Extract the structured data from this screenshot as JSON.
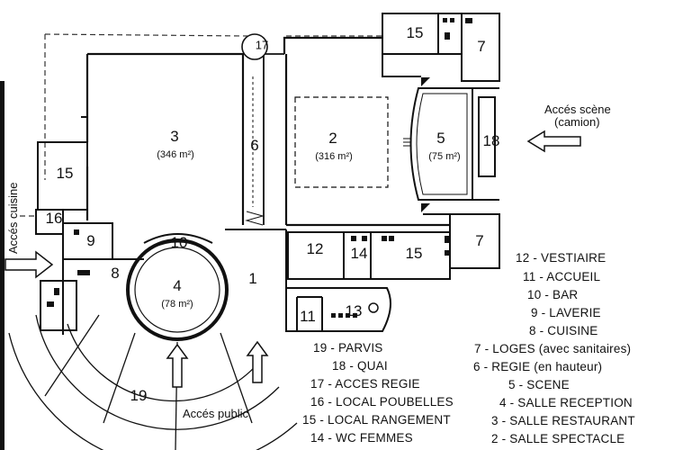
{
  "rooms": {
    "r1": {
      "num": "1"
    },
    "r2": {
      "num": "2",
      "area": "(316 m²)"
    },
    "r3": {
      "num": "3",
      "area": "(346 m²)"
    },
    "r4": {
      "num": "4",
      "area": "(78 m²)"
    },
    "r5": {
      "num": "5",
      "area": "(75 m²)"
    },
    "r6": {
      "num": "6"
    },
    "r7a": {
      "num": "7"
    },
    "r7b": {
      "num": "7"
    },
    "r8": {
      "num": "8"
    },
    "r9": {
      "num": "9"
    },
    "r10": {
      "num": "10"
    },
    "r11": {
      "num": "11"
    },
    "r12": {
      "num": "12"
    },
    "r13": {
      "num": "13"
    },
    "r14": {
      "num": "14"
    },
    "r15a": {
      "num": "15"
    },
    "r15b": {
      "num": "15"
    },
    "r15c": {
      "num": "15"
    },
    "r16": {
      "num": "16"
    },
    "r17": {
      "num": "17"
    },
    "r18": {
      "num": "18"
    },
    "r19": {
      "num": "19"
    }
  },
  "access": {
    "scene": [
      "Accés scène",
      "(camion)"
    ],
    "cuisine": "Accés cuisine",
    "public": "Accés public"
  },
  "legend_right": [
    "12 - VESTIAIRE",
    "11 - ACCUEIL",
    "10 - BAR",
    "9 - LAVERIE",
    "8 - CUISINE",
    "7 - LOGES (avec sanitaires)",
    "6 - REGIE (en hauteur)",
    "5 - SCENE",
    "4 - SALLE RECEPTION",
    "3 - SALLE RESTAURANT",
    "2 - SALLE SPECTACLE"
  ],
  "legend_left": [
    "19 - PARVIS",
    "18 - QUAI",
    "17 - ACCES REGIE",
    "16 - LOCAL POUBELLES",
    "15 - LOCAL RANGEMENT",
    "14 - WC FEMMES"
  ],
  "colors": {
    "ink": "#111111",
    "paper": "#ffffff",
    "dash": "#333333"
  }
}
